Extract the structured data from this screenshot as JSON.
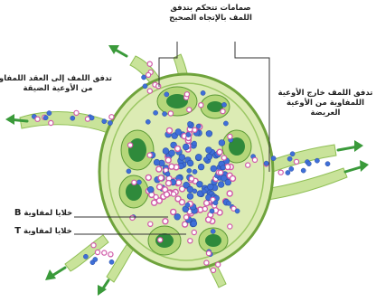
{
  "labels": {
    "valves": {
      "line1": "صمامات تتحكم بتدفق",
      "line2": "اللمف بالإتجاه الصحيح"
    },
    "afferent": {
      "line1": "تدفق اللمف إلى العقد اللمفاوية",
      "line2": "من الأوعية الضيقة"
    },
    "efferent": {
      "line1": "تدفق اللمف خارج الأوعية",
      "line2": "اللمفاوية من الأوعية",
      "line3": "العريضة"
    },
    "b_cells": {
      "letter": "B",
      "text": "خلايا لمفاوية"
    },
    "t_cells": {
      "letter": "T",
      "text": "خلايا لمفاوية"
    }
  },
  "colors": {
    "node_fill": "#dcebb4",
    "node_outline": "#6fa33c",
    "follicle": "#b5d77a",
    "germinal": "#2f8a3b",
    "vessel": "#c9e39a",
    "arrow": "#3a9a3a",
    "b_cell": "#3f6fd8",
    "t_cell": "#d05aa8"
  }
}
